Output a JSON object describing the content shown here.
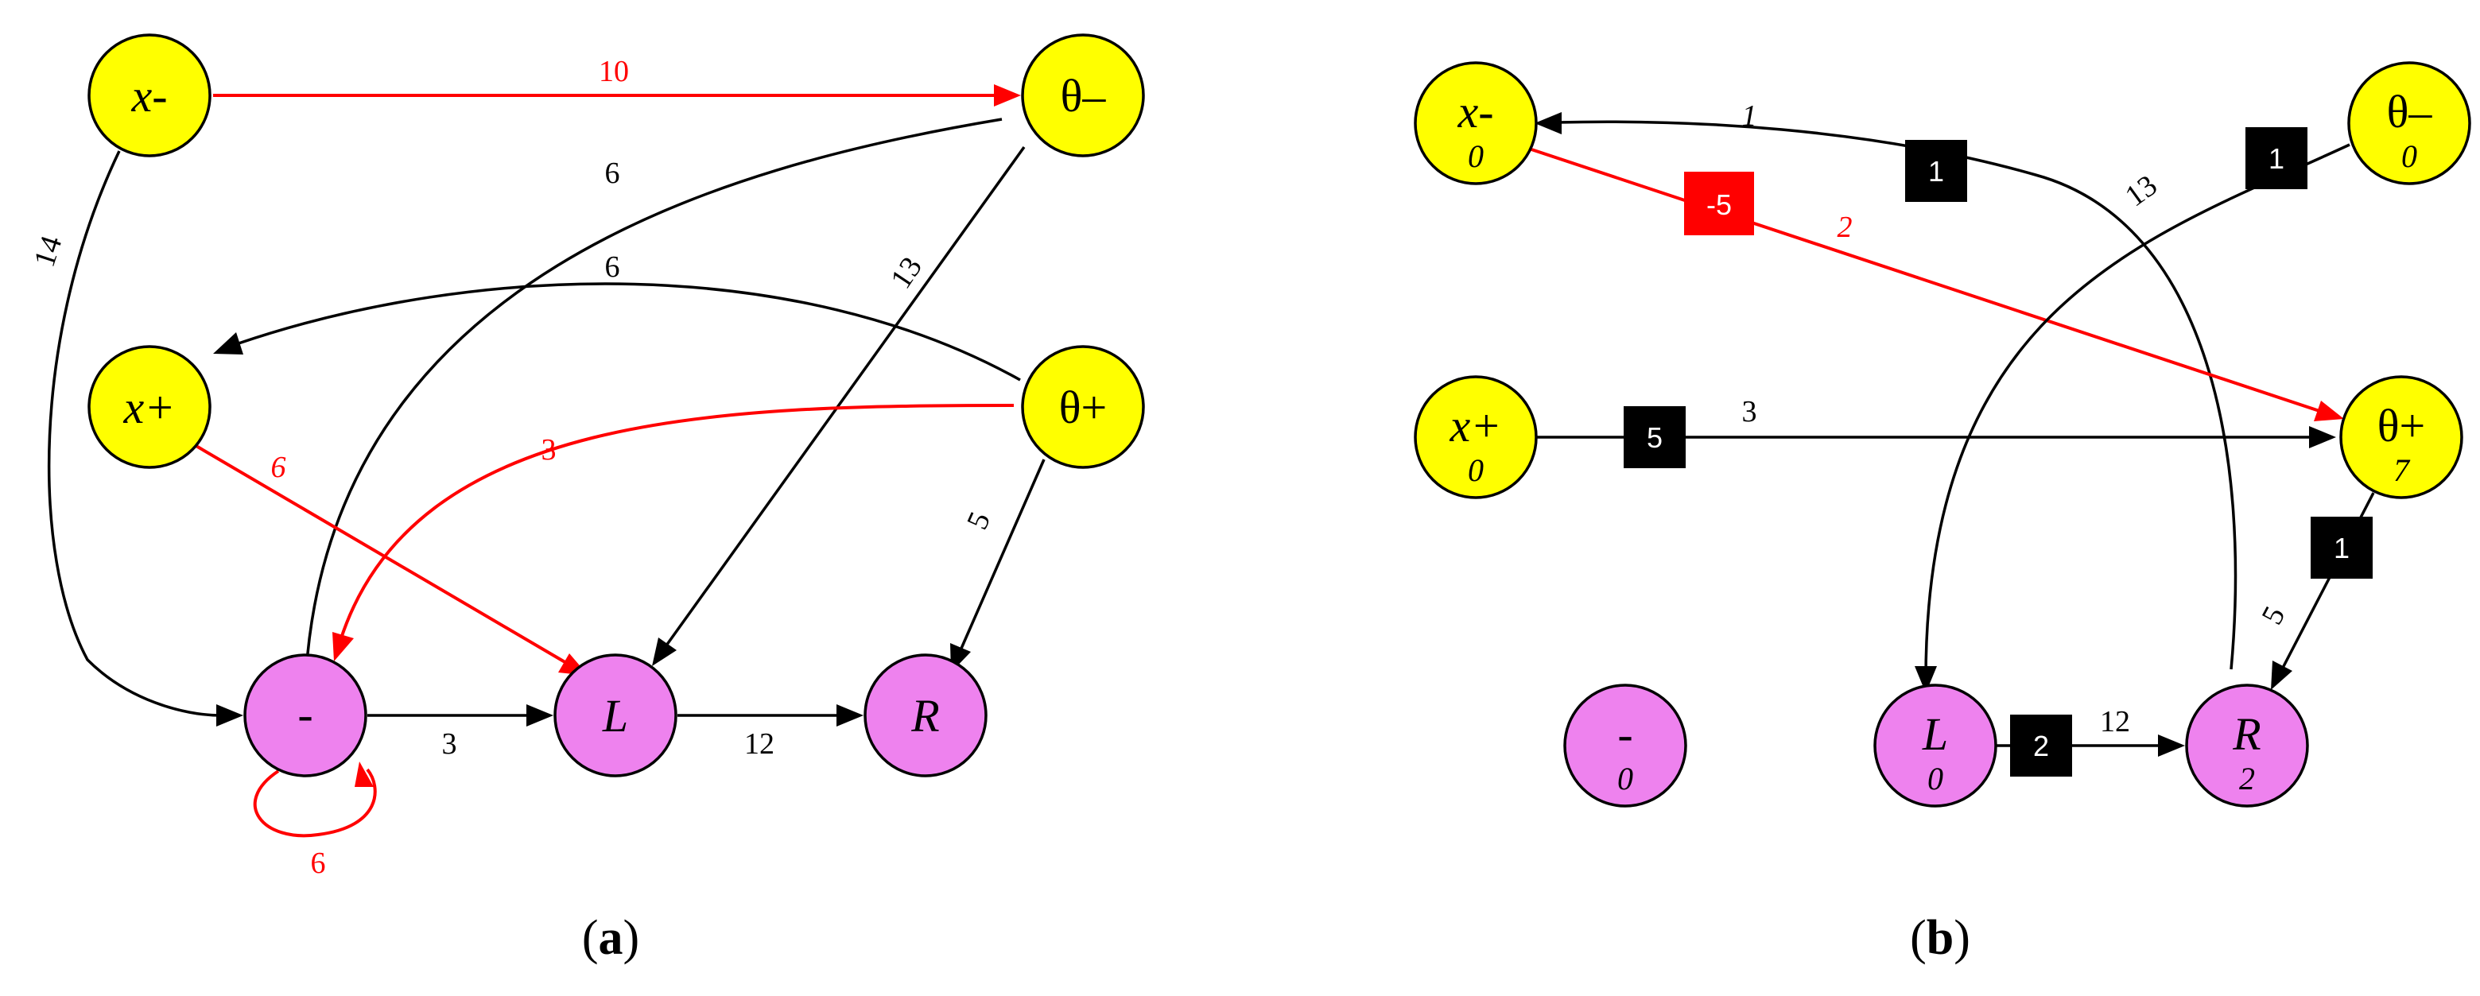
{
  "colors": {
    "state_node": "#ffff00",
    "action_node": "#ee82ee",
    "edge_default": "#000000",
    "edge_highlight": "#ff0000",
    "badge_default": "#000000",
    "badge_highlight": "#ff0000"
  },
  "panels": [
    {
      "id": "a",
      "caption": "a",
      "nodes": [
        {
          "id": "x-",
          "label": "x-",
          "italic": true,
          "kind": "state"
        },
        {
          "id": "theta-",
          "label": "θ–",
          "italic": false,
          "kind": "state"
        },
        {
          "id": "x+",
          "label": "x+",
          "italic": true,
          "kind": "state"
        },
        {
          "id": "theta+",
          "label": "θ+",
          "italic": false,
          "kind": "state"
        },
        {
          "id": "minus",
          "label": "-",
          "italic": false,
          "kind": "action"
        },
        {
          "id": "L",
          "label": "L",
          "italic": true,
          "kind": "action"
        },
        {
          "id": "R",
          "label": "R",
          "italic": true,
          "kind": "action"
        }
      ],
      "edges": [
        {
          "from": "x-",
          "to": "theta-",
          "label": "10",
          "highlight": true
        },
        {
          "from": "theta-",
          "to": "minus",
          "label": "6",
          "highlight": false
        },
        {
          "from": "theta+",
          "to": "x+",
          "label": "6",
          "highlight": false
        },
        {
          "from": "theta-",
          "to": "L",
          "label": "13",
          "highlight": false
        },
        {
          "from": "x-",
          "to": "minus",
          "label": "14",
          "highlight": false
        },
        {
          "from": "theta+",
          "to": "minus",
          "label": "3",
          "highlight": true
        },
        {
          "from": "x+",
          "to": "L",
          "label": "6",
          "highlight": true
        },
        {
          "from": "theta+",
          "to": "R",
          "label": "5",
          "highlight": false
        },
        {
          "from": "minus",
          "to": "L",
          "label": "3",
          "highlight": false
        },
        {
          "from": "L",
          "to": "R",
          "label": "12",
          "highlight": false
        },
        {
          "from": "minus",
          "to": "minus",
          "label": "6",
          "highlight": true
        }
      ]
    },
    {
      "id": "b",
      "caption": "b",
      "nodes": [
        {
          "id": "x-",
          "label": "x-",
          "italic": true,
          "kind": "state",
          "value": "0"
        },
        {
          "id": "theta-",
          "label": "θ–",
          "italic": false,
          "kind": "state",
          "value": "0"
        },
        {
          "id": "x+",
          "label": "x+",
          "italic": true,
          "kind": "state",
          "value": "0"
        },
        {
          "id": "theta+",
          "label": "θ+",
          "italic": false,
          "kind": "state",
          "value": "7"
        },
        {
          "id": "minus",
          "label": "-",
          "italic": false,
          "kind": "action",
          "value": "0"
        },
        {
          "id": "L",
          "label": "L",
          "italic": true,
          "kind": "action",
          "value": "0"
        },
        {
          "id": "R",
          "label": "R",
          "italic": true,
          "kind": "action",
          "value": "2"
        }
      ],
      "edges": [
        {
          "from": "R",
          "to": "x-",
          "label": "1",
          "badge": "1",
          "highlight": false
        },
        {
          "from": "x-",
          "to": "theta+",
          "label": "2",
          "badge": "-5",
          "highlight": true
        },
        {
          "from": "theta-",
          "to": "L",
          "label": "13",
          "badge": "1",
          "highlight": false
        },
        {
          "from": "x+",
          "to": "theta+",
          "label": "3",
          "badge": "5",
          "highlight": false
        },
        {
          "from": "theta+",
          "to": "R",
          "label": "5",
          "badge": "1",
          "highlight": false
        },
        {
          "from": "L",
          "to": "R",
          "label": "12",
          "badge": "2",
          "highlight": false
        }
      ]
    }
  ]
}
